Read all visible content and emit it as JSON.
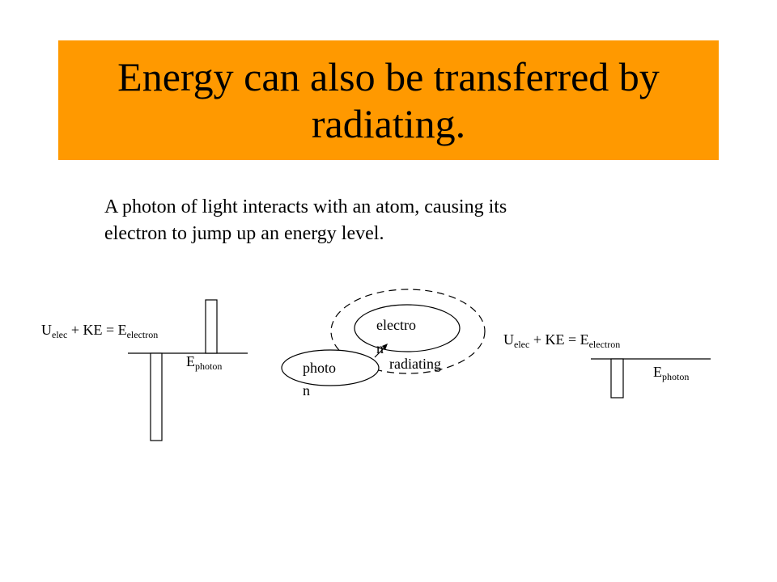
{
  "title": {
    "line1": "Energy can also be transferred by",
    "line2": "radiating."
  },
  "body": {
    "line1": "A photon of light interacts with an atom, causing its",
    "line2": "electron to jump up an energy level."
  },
  "left_diagram": {
    "eq_u": "U",
    "eq_u_sub": "elec",
    "eq_mid": " + KE = E",
    "eq_e_sub": "electron",
    "ephoton_e": "E",
    "ephoton_sub": "photon"
  },
  "right_diagram": {
    "eq_u": "U",
    "eq_u_sub": "elec",
    "eq_mid": " + KE = E",
    "eq_e_sub": "electron",
    "ephoton_e": "E",
    "ephoton_sub": "photon"
  },
  "center_diagram": {
    "electron_line1": "electro",
    "electron_line2": "n",
    "photon_line1": "photo",
    "photon_line2": "n",
    "radiating_label": "radiating"
  },
  "colors": {
    "title_background": "#ff9900"
  }
}
